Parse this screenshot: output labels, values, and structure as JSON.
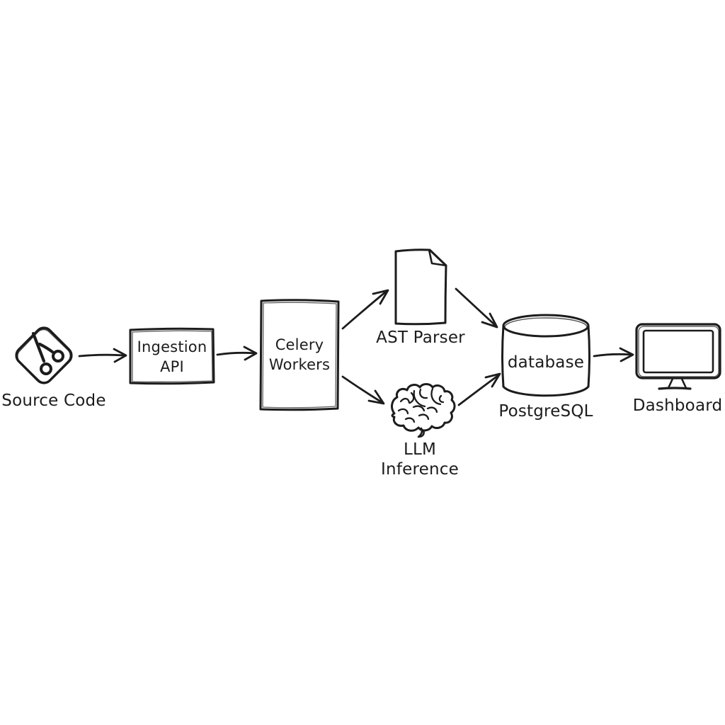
{
  "diagram": {
    "background_color": "#ffffff",
    "stroke_color": "#1c1c1c",
    "nodes": {
      "source_code": {
        "icon": "git-icon",
        "label": "Source Code"
      },
      "ingestion_api": {
        "shape": "box",
        "lines": [
          "Ingestion",
          "API"
        ]
      },
      "celery_workers": {
        "shape": "box",
        "lines": [
          "Celery",
          "Workers"
        ]
      },
      "ast_parser": {
        "icon": "document-icon",
        "label": "AST Parser"
      },
      "llm_inference": {
        "icon": "brain-icon",
        "lines": [
          "LLM",
          "Inference"
        ]
      },
      "postgresql": {
        "icon": "database-cylinder-icon",
        "inner_label": "database",
        "label": "PostgreSQL"
      },
      "dashboard": {
        "icon": "monitor-icon",
        "label": "Dashboard"
      }
    },
    "edges": [
      {
        "from": "source_code",
        "to": "ingestion_api"
      },
      {
        "from": "ingestion_api",
        "to": "celery_workers"
      },
      {
        "from": "celery_workers",
        "to": "ast_parser"
      },
      {
        "from": "celery_workers",
        "to": "llm_inference"
      },
      {
        "from": "ast_parser",
        "to": "postgresql"
      },
      {
        "from": "llm_inference",
        "to": "postgresql"
      },
      {
        "from": "postgresql",
        "to": "dashboard"
      }
    ]
  }
}
